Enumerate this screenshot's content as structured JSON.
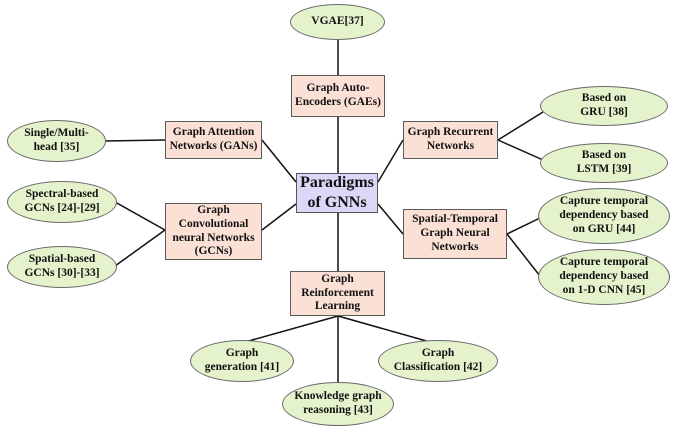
{
  "center": {
    "line1": "Paradigms",
    "line2": "of GNNs"
  },
  "categories": {
    "gae": {
      "line1": "Graph Auto-",
      "line2": "Encoders (GAEs)"
    },
    "gan": {
      "line1": "Graph Attention",
      "line2": "Networks (GANs)"
    },
    "grn": {
      "line1": "Graph Recurrent",
      "line2": "Networks"
    },
    "gcn": {
      "line1": "Graph",
      "line2": "Convolutional",
      "line3": "neural Networks",
      "line4": "(GCNs)"
    },
    "stgnn": {
      "line1": "Spatial-Temporal",
      "line2": "Graph Neural",
      "line3": "Networks"
    },
    "grl": {
      "line1": "Graph",
      "line2": "Reinforcement",
      "line3": "Learning"
    }
  },
  "leaves": {
    "vgae": {
      "line1": "VGAE[37]"
    },
    "single_multi_head": {
      "line1": "Single/Multi-",
      "line2": "head [35]"
    },
    "gru": {
      "line1": "Based on",
      "line2": "GRU [38]"
    },
    "lstm": {
      "line1": "Based on",
      "line2": "LSTM [39]"
    },
    "spectral": {
      "line1": "Spectral-based",
      "line2": "GCNs [24]-[29]"
    },
    "spatial": {
      "line1": "Spatial-based",
      "line2": "GCNs [30]-[33]"
    },
    "temporal_gru": {
      "line1": "Capture temporal",
      "line2": "dependency based",
      "line3": "on GRU [44]"
    },
    "temporal_cnn": {
      "line1": "Capture temporal",
      "line2": "dependency based",
      "line3": "on 1-D CNN [45]"
    },
    "generation": {
      "line1": "Graph",
      "line2": "generation [41]"
    },
    "knowledge": {
      "line1": "Knowledge graph",
      "line2": "reasoning [43]"
    },
    "classification": {
      "line1": "Graph",
      "line2": "Classification [42]"
    }
  },
  "colors": {
    "center_fill": "#dcd6f7",
    "category_fill": "#fbe1d5",
    "leaf_fill": "#e4f3cc",
    "edge": "#111111"
  }
}
